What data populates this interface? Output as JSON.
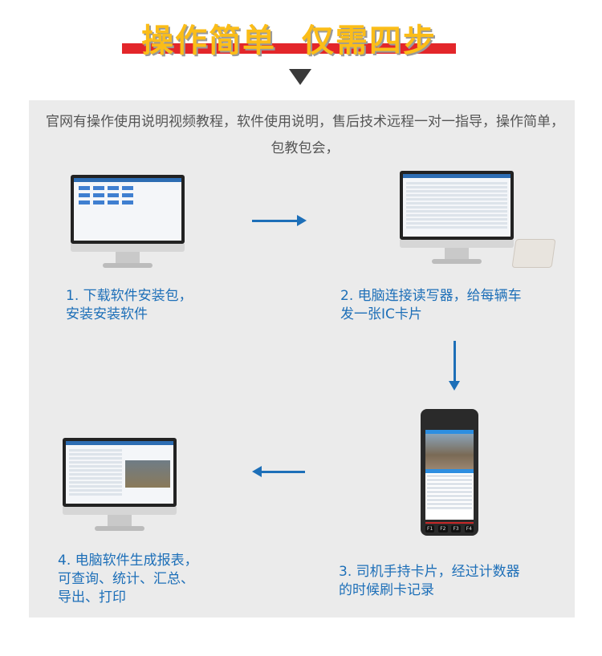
{
  "header": {
    "title": "操作简单  仅需四步"
  },
  "intro": "官网有操作使用说明视频教程，软件使用说明，售后技术远程一对一指导，操作简单，包教包会，",
  "steps": [
    {
      "line1": "1. 下载软件安装包，",
      "line2": "安装安装软件"
    },
    {
      "line1": "2. 电脑连接读写器，给每辆车",
      "line2": "发一张IC卡片"
    },
    {
      "line1": "3. 司机手持卡片，经过计数器",
      "line2": "的时候刷卡记录"
    },
    {
      "line1": "4. 电脑软件生成报表，",
      "line2": "可查询、统计、汇总、",
      "line3": "导出、打印"
    }
  ],
  "phone": {
    "keys": [
      "F1",
      "F2",
      "F3",
      "F4"
    ]
  },
  "colors": {
    "accent": "#1d6fb8",
    "title": "#fbbd18",
    "title_bar": "#e3262a",
    "panel": "#ebebeb"
  }
}
